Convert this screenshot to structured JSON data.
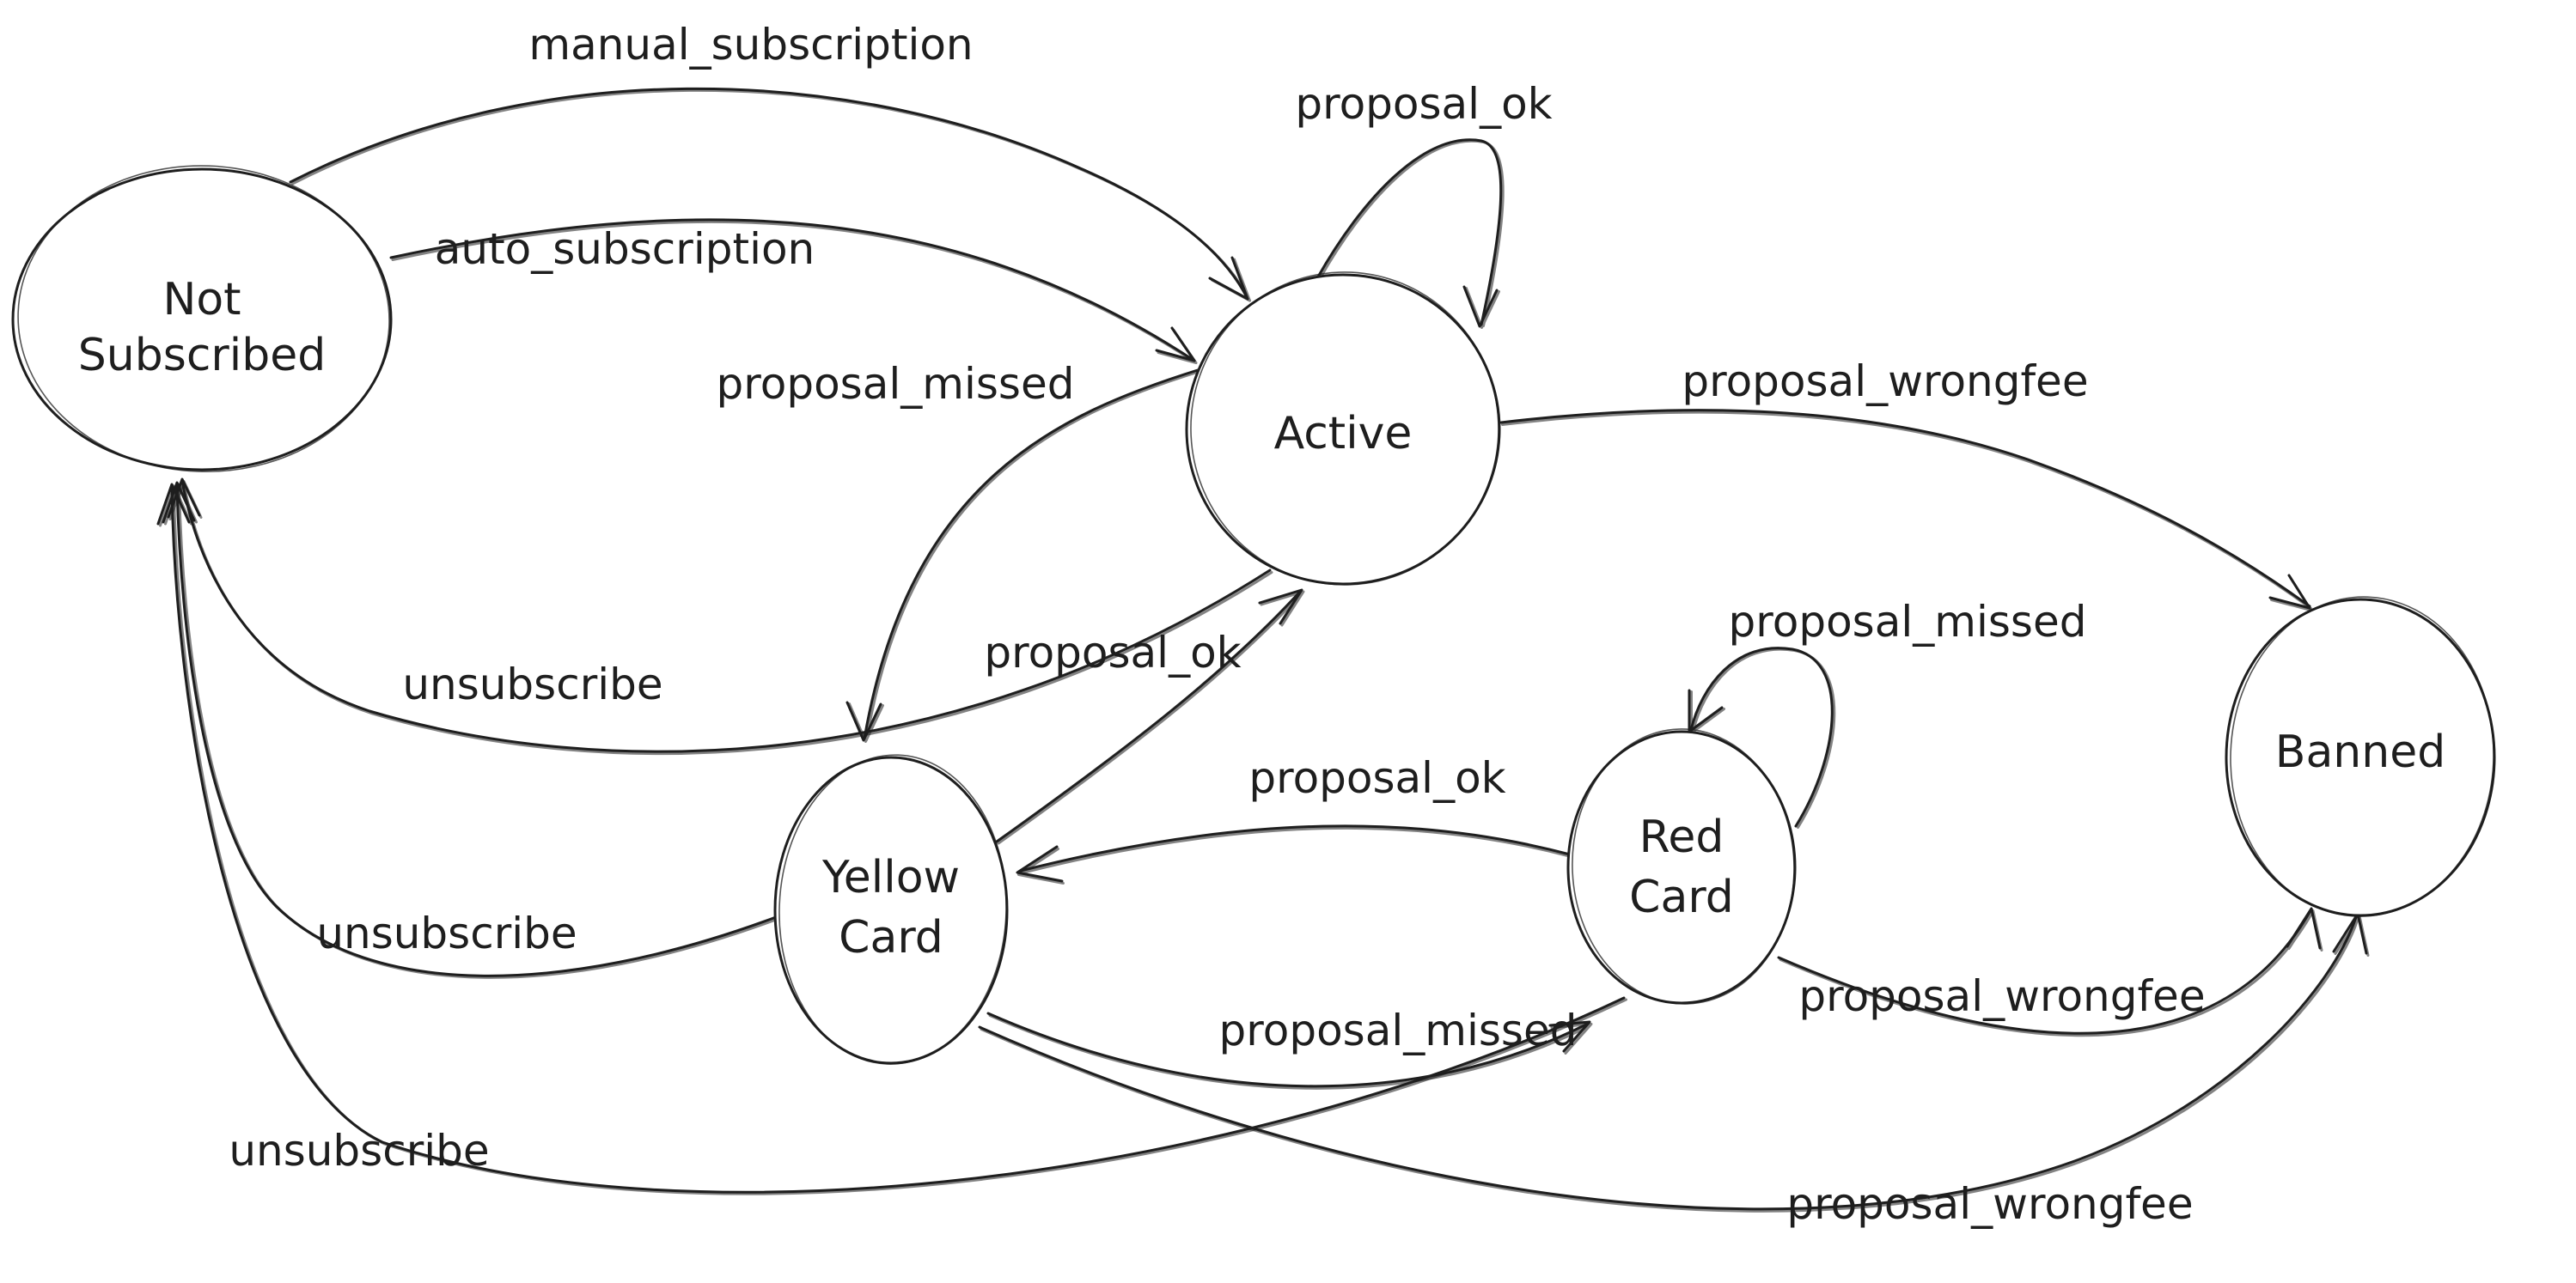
{
  "diagram": {
    "kind": "state-machine",
    "background": "#ffffff",
    "colors": {
      "ink": "#1e1e1e",
      "ok_green": "#2f9e44",
      "missed_orange": "#f08c00",
      "wrongfee_red": "#e03131"
    },
    "states": {
      "not_subscribed": {
        "label": "Not Subscribed",
        "line1": "Not",
        "line2": "Subscribed"
      },
      "active": {
        "label": "Active"
      },
      "yellow_card": {
        "label": "Yellow Card",
        "line1": "Yellow",
        "line2": "Card"
      },
      "red_card": {
        "label": "Red Card",
        "line1": "Red",
        "line2": "Card"
      },
      "banned": {
        "label": "Banned"
      }
    },
    "transitions": {
      "manual_subscription": {
        "label": "manual_subscription",
        "from": "Not Subscribed",
        "to": "Active",
        "color": "#1e1e1e"
      },
      "auto_subscription": {
        "label": "auto_subscription",
        "from": "Not Subscribed",
        "to": "Active",
        "color": "#1e1e1e"
      },
      "proposal_ok_active_self": {
        "label": "proposal_ok",
        "from": "Active",
        "to": "Active",
        "color": "#2f9e44"
      },
      "proposal_missed_active_to_yellow": {
        "label": "proposal_missed",
        "from": "Active",
        "to": "Yellow Card",
        "color": "#f08c00"
      },
      "proposal_wrongfee_active_to_banned": {
        "label": "proposal_wrongfee",
        "from": "Active",
        "to": "Banned",
        "color": "#e03131"
      },
      "proposal_ok_yellow_to_active": {
        "label": "proposal_ok",
        "from": "Yellow Card",
        "to": "Active",
        "color": "#2f9e44"
      },
      "proposal_ok_red_to_yellow": {
        "label": "proposal_ok",
        "from": "Red Card",
        "to": "Yellow Card",
        "color": "#2f9e44"
      },
      "proposal_missed_yellow_to_red": {
        "label": "proposal_missed",
        "from": "Yellow Card",
        "to": "Red Card",
        "color": "#f08c00"
      },
      "proposal_missed_red_self": {
        "label": "proposal_missed",
        "from": "Red Card",
        "to": "Red Card",
        "color": "#f08c00"
      },
      "proposal_wrongfee_red_to_banned": {
        "label": "proposal_wrongfee",
        "from": "Red Card",
        "to": "Banned",
        "color": "#e03131"
      },
      "proposal_wrongfee_yellow_to_banned": {
        "label": "proposal_wrongfee",
        "from": "Yellow Card",
        "to": "Banned",
        "color": "#e03131"
      },
      "unsubscribe_active_to_not_subscribed": {
        "label": "unsubscribe",
        "from": "Active",
        "to": "Not Subscribed",
        "color": "#1e1e1e"
      },
      "unsubscribe_yellow_to_not_subscribed": {
        "label": "unsubscribe",
        "from": "Yellow Card",
        "to": "Not Subscribed",
        "color": "#1e1e1e"
      },
      "unsubscribe_red_to_not_subscribed": {
        "label": "unsubscribe",
        "from": "Red Card",
        "to": "Not Subscribed",
        "color": "#1e1e1e"
      }
    }
  }
}
